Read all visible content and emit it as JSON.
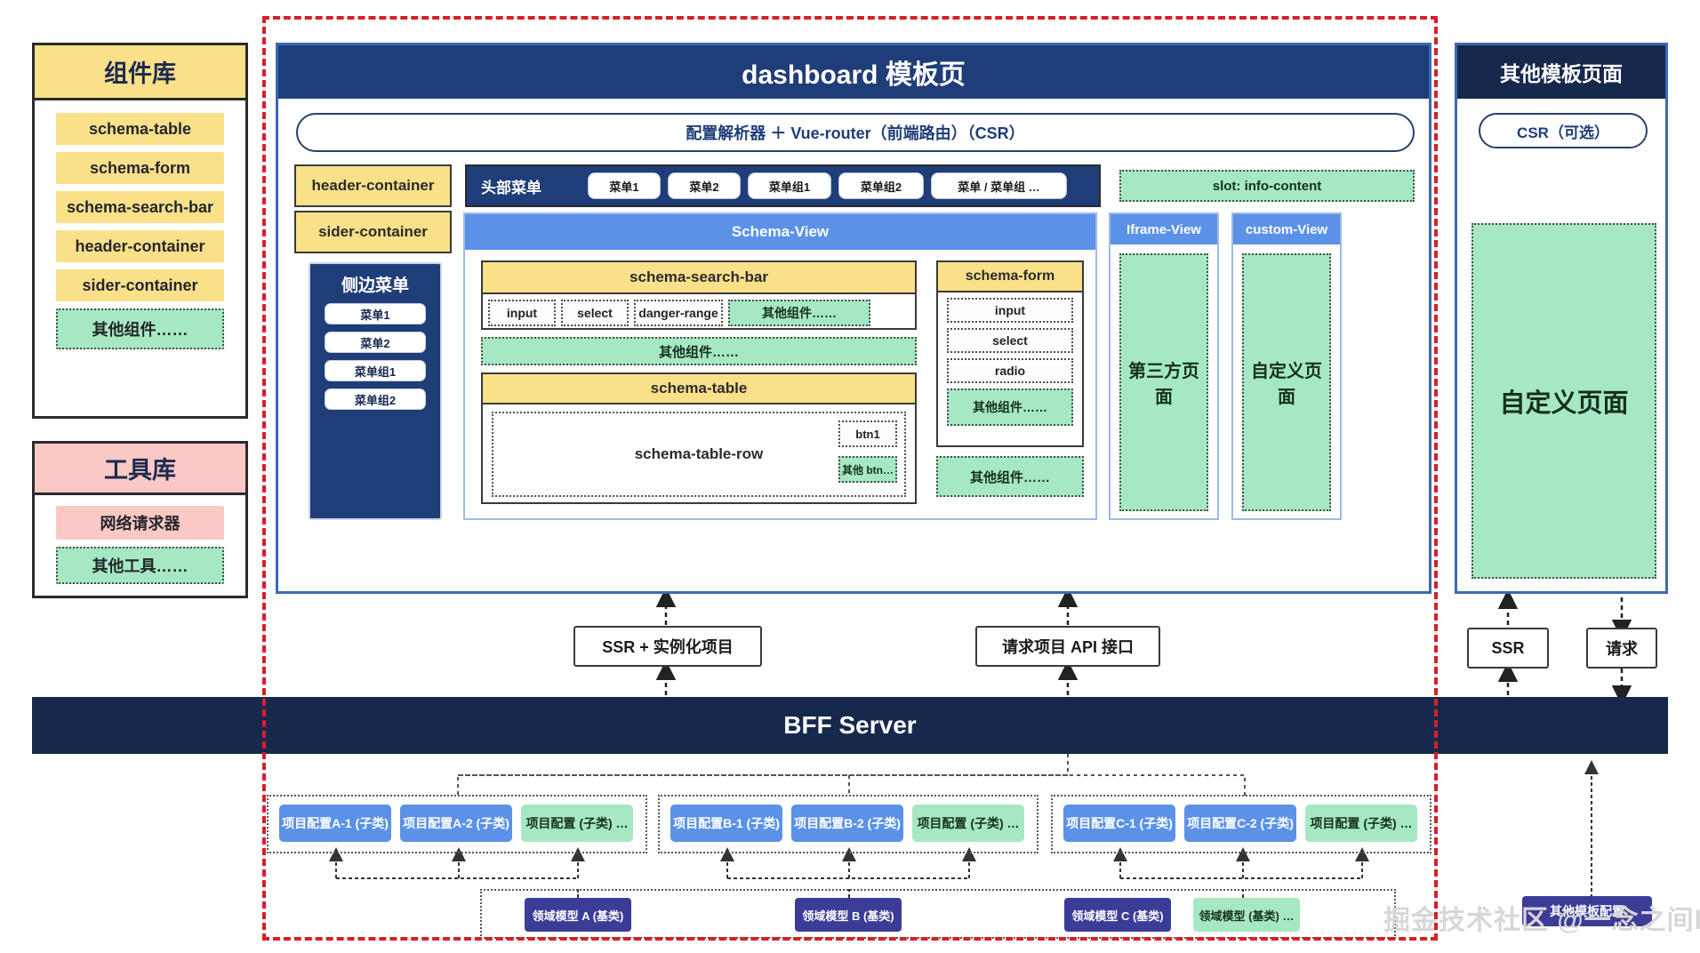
{
  "component_library": {
    "title": "组件库",
    "items": [
      {
        "label": "schema-table",
        "style": "yellow"
      },
      {
        "label": "schema-form",
        "style": "yellow"
      },
      {
        "label": "schema-search-bar",
        "style": "yellow"
      },
      {
        "label": "header-container",
        "style": "yellow"
      },
      {
        "label": "sider-container",
        "style": "yellow"
      },
      {
        "label": "其他组件……",
        "style": "green-dash"
      }
    ]
  },
  "tool_library": {
    "title": "工具库",
    "items": [
      {
        "label": "网络请求器",
        "style": "pink"
      },
      {
        "label": "其他工具……",
        "style": "green-dash"
      }
    ]
  },
  "dashboard": {
    "title": "dashboard 模板页",
    "router_bar": "配置解析器 ＋ Vue-router（前端路由）（CSR）",
    "rows": {
      "header_container_label": "header-container",
      "sider_container_label": "sider-container"
    },
    "header_menu": {
      "title": "头部菜单",
      "arrow": "→",
      "buttons": [
        "菜单1",
        "菜单2",
        "菜单组1",
        "菜单组2",
        "菜单 / 菜单组 …"
      ]
    },
    "info_slot": "slot: info-content",
    "side_menu": {
      "title": "侧边菜单",
      "items": [
        "菜单1",
        "菜单2",
        "菜单组1",
        "菜单组2"
      ]
    },
    "schema_view": {
      "title": "Schema-View",
      "search_bar": {
        "title": "schema-search-bar",
        "fields": [
          {
            "label": "input",
            "style": "white-dash"
          },
          {
            "label": "select",
            "style": "white-dash"
          },
          {
            "label": "danger-range",
            "style": "white-dash"
          },
          {
            "label": "其他组件……",
            "style": "green-dash"
          }
        ]
      },
      "other_components": "其他组件……",
      "table": {
        "title": "schema-table",
        "row_label": "schema-table-row",
        "buttons": [
          {
            "label": "btn1",
            "style": "white-dash"
          },
          {
            "label": "其他 btn…",
            "style": "green-dash"
          }
        ]
      },
      "form": {
        "title": "schema-form",
        "fields": [
          {
            "label": "input",
            "style": "white-dash"
          },
          {
            "label": "select",
            "style": "white-dash"
          },
          {
            "label": "radio",
            "style": "white-dash"
          },
          {
            "label": "其他组件……",
            "style": "green-dash"
          }
        ],
        "extra": "其他组件……"
      }
    },
    "iframe_view": {
      "title": "Iframe-View",
      "body": "第三方页面"
    },
    "custom_view": {
      "title": "custom-View",
      "body": "自定义页面"
    }
  },
  "other_template": {
    "title": "其他模板页面",
    "csr": "CSR（可选）",
    "body": "自定义页面"
  },
  "connectors": {
    "ssr_instance": "SSR + 实例化项目",
    "api_request": "请求项目 API 接口",
    "ssr": "SSR",
    "request": "请求"
  },
  "bff": {
    "title": "BFF  Server"
  },
  "project_configs": [
    {
      "group": "A",
      "items": [
        {
          "label": "项目配置A-1 (子类)",
          "style": "blue"
        },
        {
          "label": "项目配置A-2 (子类)",
          "style": "blue"
        },
        {
          "label": "项目配置 (子类) …",
          "style": "green"
        }
      ]
    },
    {
      "group": "B",
      "items": [
        {
          "label": "项目配置B-1 (子类)",
          "style": "blue"
        },
        {
          "label": "项目配置B-2 (子类)",
          "style": "blue"
        },
        {
          "label": "项目配置 (子类) …",
          "style": "green"
        }
      ]
    },
    {
      "group": "C",
      "items": [
        {
          "label": "项目配置C-1 (子类)",
          "style": "blue"
        },
        {
          "label": "项目配置C-2 (子类)",
          "style": "blue"
        },
        {
          "label": "项目配置 (子类) …",
          "style": "green"
        }
      ]
    }
  ],
  "domain_models": [
    {
      "label": "领域模型 A (基类)",
      "style": "purple"
    },
    {
      "label": "领域模型 B (基类)",
      "style": "purple"
    },
    {
      "label": "领域模型 C (基类)",
      "style": "purple"
    },
    {
      "label": "领域模型 (基类) …",
      "style": "green"
    }
  ],
  "other_template_config": "其他模板配置",
  "watermark": "掘金技术社区 @一念之间lq",
  "colors": {
    "navy": "#1f3d78",
    "navy_deep": "#17284d",
    "yellow": "#fbe08a",
    "pink": "#fac9c6",
    "green": "#a6e8c3",
    "blue": "#5b92e8",
    "purple": "#3b3b98",
    "red_dash": "#d81f26"
  }
}
